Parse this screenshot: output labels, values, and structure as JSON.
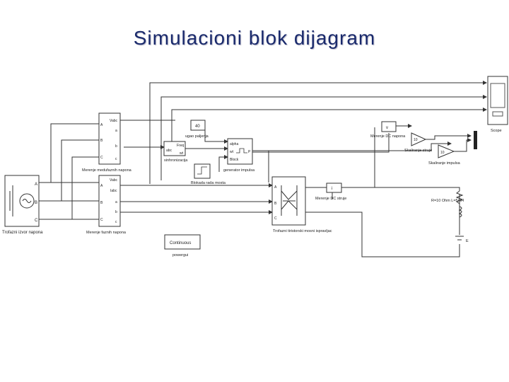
{
  "title": "Simulacioni blok dijagram",
  "blocks": {
    "three_phase_source": "Trofazni izvor napona",
    "source_ports": [
      "A",
      "B",
      "C"
    ],
    "vm_phase": "Merenje medufaznih napona",
    "vm_line": "Merenje faznih napona",
    "meter_ports_in": [
      "A",
      "B",
      "C"
    ],
    "meter_ports_out": [
      "a",
      "b",
      "c"
    ],
    "vabc": "Vabc",
    "iabc": "Iabc",
    "angle_value": "40",
    "angle_label": "ugao paljenja",
    "sync_label": "sinhronizacija",
    "sync_freq": "Freq",
    "sync_in": "abc",
    "sync_out": "wt",
    "pulse_gen": "generator impulsa",
    "pulse_in": [
      "alpha",
      "wt",
      "Block"
    ],
    "pulse_out": "P",
    "bridge_block_label": "Blokada rada mosta",
    "thyristor_bridge": "Trofazni tiristorski mosni ispravljac",
    "dc_voltage_meas": "Merenje DC napona",
    "dc_current_meas": "Merenje DC struje",
    "gain_voltage_value": "10",
    "gain_current_value": "10",
    "gain_voltage_label": "Skaliranje struje",
    "gain_pulse_label": "Skaliranje impulsa",
    "scope": "Scope",
    "load": "R=10 Ohm L=5mH",
    "emf": "E",
    "powergui_text": "Continuous",
    "powergui_label": "powergui"
  }
}
